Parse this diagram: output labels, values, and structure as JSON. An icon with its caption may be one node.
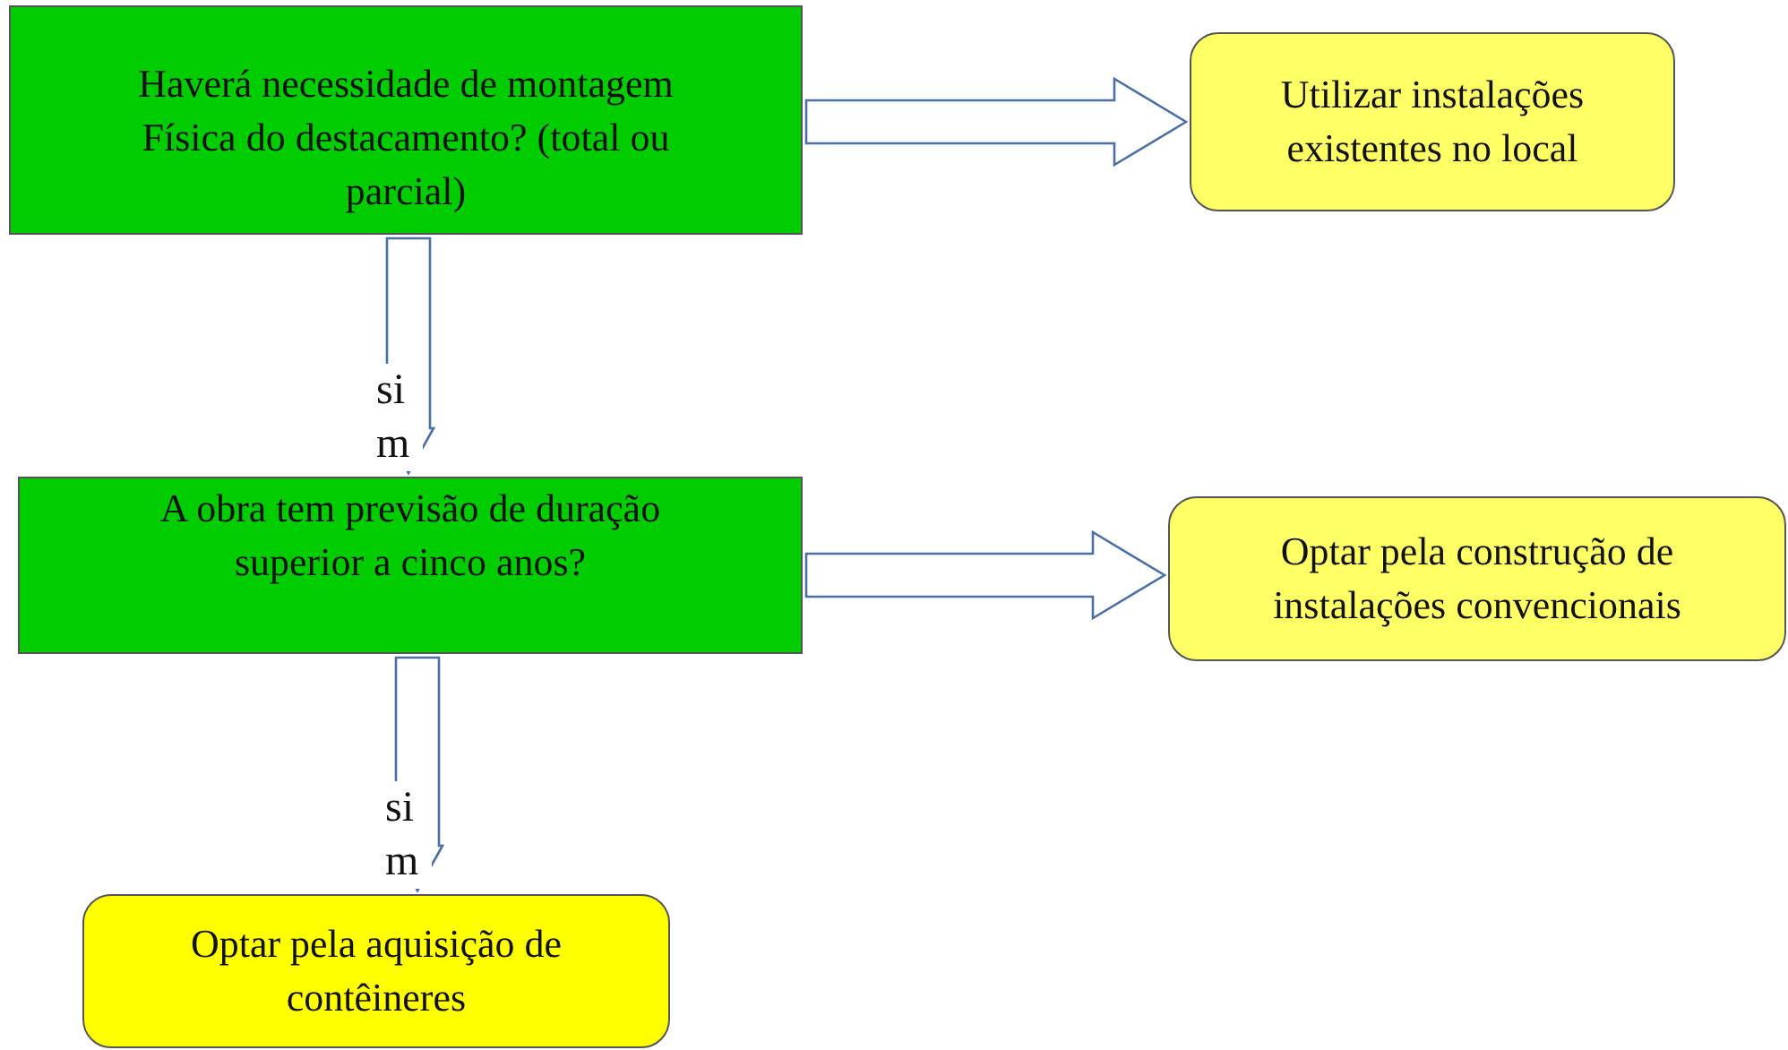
{
  "diagram": {
    "nodes": [
      {
        "text": [
          "Haverá necessidade de montagem Física do destacamento? (total ou parcial)"
        ]
      },
      {
        "text": [
          "Utilizar instalações existentes no local"
        ]
      },
      {
        "text": [
          "A obra tem previsão de duração superior a cinco anos?"
        ]
      },
      {
        "text": [
          "Optar pela construção de instalações convencionais"
        ]
      },
      {
        "text": [
          "Optar pela aquisição de contêineres"
        ]
      }
    ],
    "edges": [
      {
        "from": 0,
        "to": 1,
        "arrow": "to"
      },
      {
        "from": 0,
        "to": 2,
        "arrow": "to",
        "label": "sim"
      },
      {
        "from": 2,
        "to": 3,
        "arrow": "to"
      },
      {
        "from": 2,
        "to": 4,
        "arrow": "to",
        "label": "sim"
      }
    ]
  }
}
